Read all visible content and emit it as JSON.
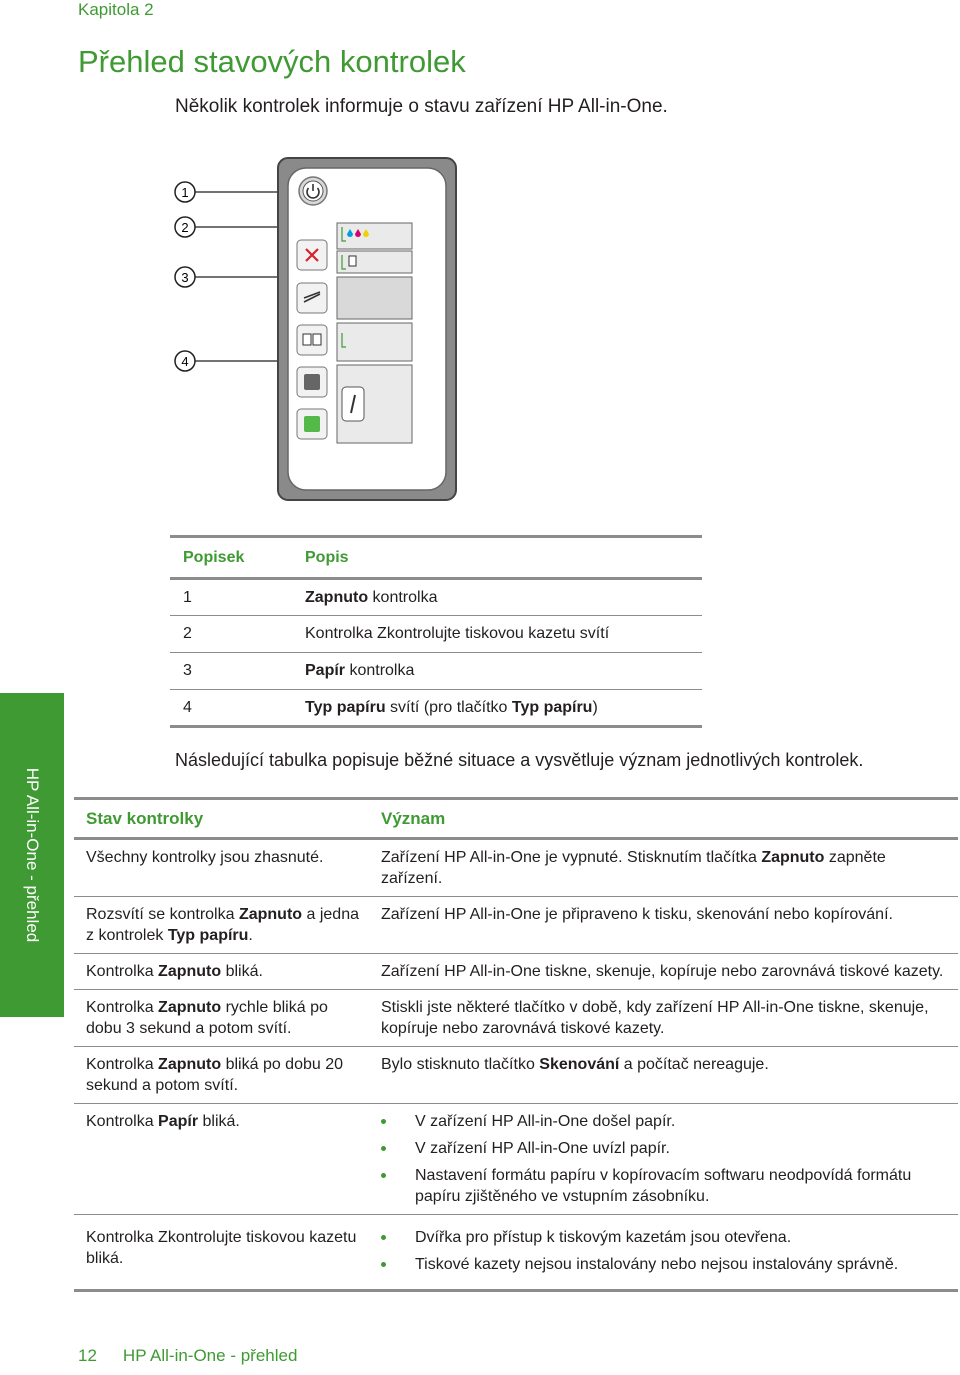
{
  "header": {
    "chapter": "Kapitola 2",
    "title": "Přehled stavových kontrolek",
    "intro": "Několik kontrolek informuje o stavu zařízení HP All-in-One."
  },
  "panel": {
    "callouts": [
      "1",
      "2",
      "3",
      "4"
    ]
  },
  "legend_table": {
    "headers": [
      "Popisek",
      "Popis"
    ],
    "rows": [
      {
        "label": "1",
        "desc": [
          {
            "b": "Zapnuto"
          },
          {
            "t": " kontrolka"
          }
        ]
      },
      {
        "label": "2",
        "desc": [
          {
            "t": "Kontrolka Zkontrolujte tiskovou kazetu svítí"
          }
        ]
      },
      {
        "label": "3",
        "desc": [
          {
            "b": "Papír"
          },
          {
            "t": " kontrolka"
          }
        ]
      },
      {
        "label": "4",
        "desc": [
          {
            "b": "Typ papíru"
          },
          {
            "t": " svítí (pro tlačítko "
          },
          {
            "b": "Typ papíru"
          },
          {
            "t": ")"
          }
        ]
      }
    ]
  },
  "side_tab": "HP All-in-One - přehled",
  "table_intro": "Následující tabulka popisuje běžné situace a vysvětluje význam jednotlivých kontrolek.",
  "status_table": {
    "headers": [
      "Stav kontrolky",
      "Význam"
    ],
    "rows": [
      {
        "state": [
          {
            "t": "Všechny kontrolky jsou zhasnuté."
          }
        ],
        "meaning": [
          {
            "t": "Zařízení HP All-in-One je vypnuté. Stisknutím tlačítka "
          },
          {
            "b": "Zapnuto"
          },
          {
            "t": " zapněte zařízení."
          }
        ]
      },
      {
        "state": [
          {
            "t": "Rozsvítí se kontrolka "
          },
          {
            "b": "Zapnuto"
          },
          {
            "t": " a jedna z kontrolek "
          },
          {
            "b": "Typ papíru"
          },
          {
            "t": "."
          }
        ],
        "meaning": [
          {
            "t": "Zařízení HP All-in-One je připraveno k tisku, skenování nebo kopírování."
          }
        ]
      },
      {
        "state": [
          {
            "t": "Kontrolka "
          },
          {
            "b": "Zapnuto"
          },
          {
            "t": " bliká."
          }
        ],
        "meaning": [
          {
            "t": "Zařízení HP All-in-One tiskne, skenuje, kopíruje nebo zarovnává tiskové kazety."
          }
        ]
      },
      {
        "state": [
          {
            "t": "Kontrolka "
          },
          {
            "b": "Zapnuto"
          },
          {
            "t": " rychle bliká po dobu 3 sekund a potom svítí."
          }
        ],
        "meaning": [
          {
            "t": "Stiskli jste některé tlačítko v době, kdy zařízení HP All-in-One tiskne, skenuje, kopíruje nebo zarovnává tiskové kazety."
          }
        ]
      },
      {
        "state": [
          {
            "t": "Kontrolka "
          },
          {
            "b": "Zapnuto"
          },
          {
            "t": " bliká po dobu 20 sekund a potom svítí."
          }
        ],
        "meaning": [
          {
            "t": "Bylo stisknuto tlačítko "
          },
          {
            "b": "Skenování"
          },
          {
            "t": " a počítač nereaguje."
          }
        ]
      },
      {
        "state": [
          {
            "t": "Kontrolka "
          },
          {
            "b": "Papír"
          },
          {
            "t": " bliká."
          }
        ],
        "bullets": [
          "V zařízení HP All-in-One došel papír.",
          "V zařízení HP All-in-One uvízl papír.",
          "Nastavení formátu papíru v kopírovacím softwaru neodpovídá formátu papíru zjištěného ve vstupním zásobníku."
        ]
      },
      {
        "state": [
          {
            "t": "Kontrolka Zkontrolujte tiskovou kazetu bliká."
          }
        ],
        "bullets": [
          "Dvířka pro přístup k tiskovým kazetám jsou otevřena.",
          "Tiskové kazety nejsou instalovány nebo nejsou instalovány správně."
        ]
      }
    ]
  },
  "footer": {
    "page_number": "12",
    "text": "HP All-in-One - přehled"
  },
  "colors": {
    "accent": "#3f9a33",
    "rule": "#8c8c8c",
    "text": "#231f20"
  }
}
